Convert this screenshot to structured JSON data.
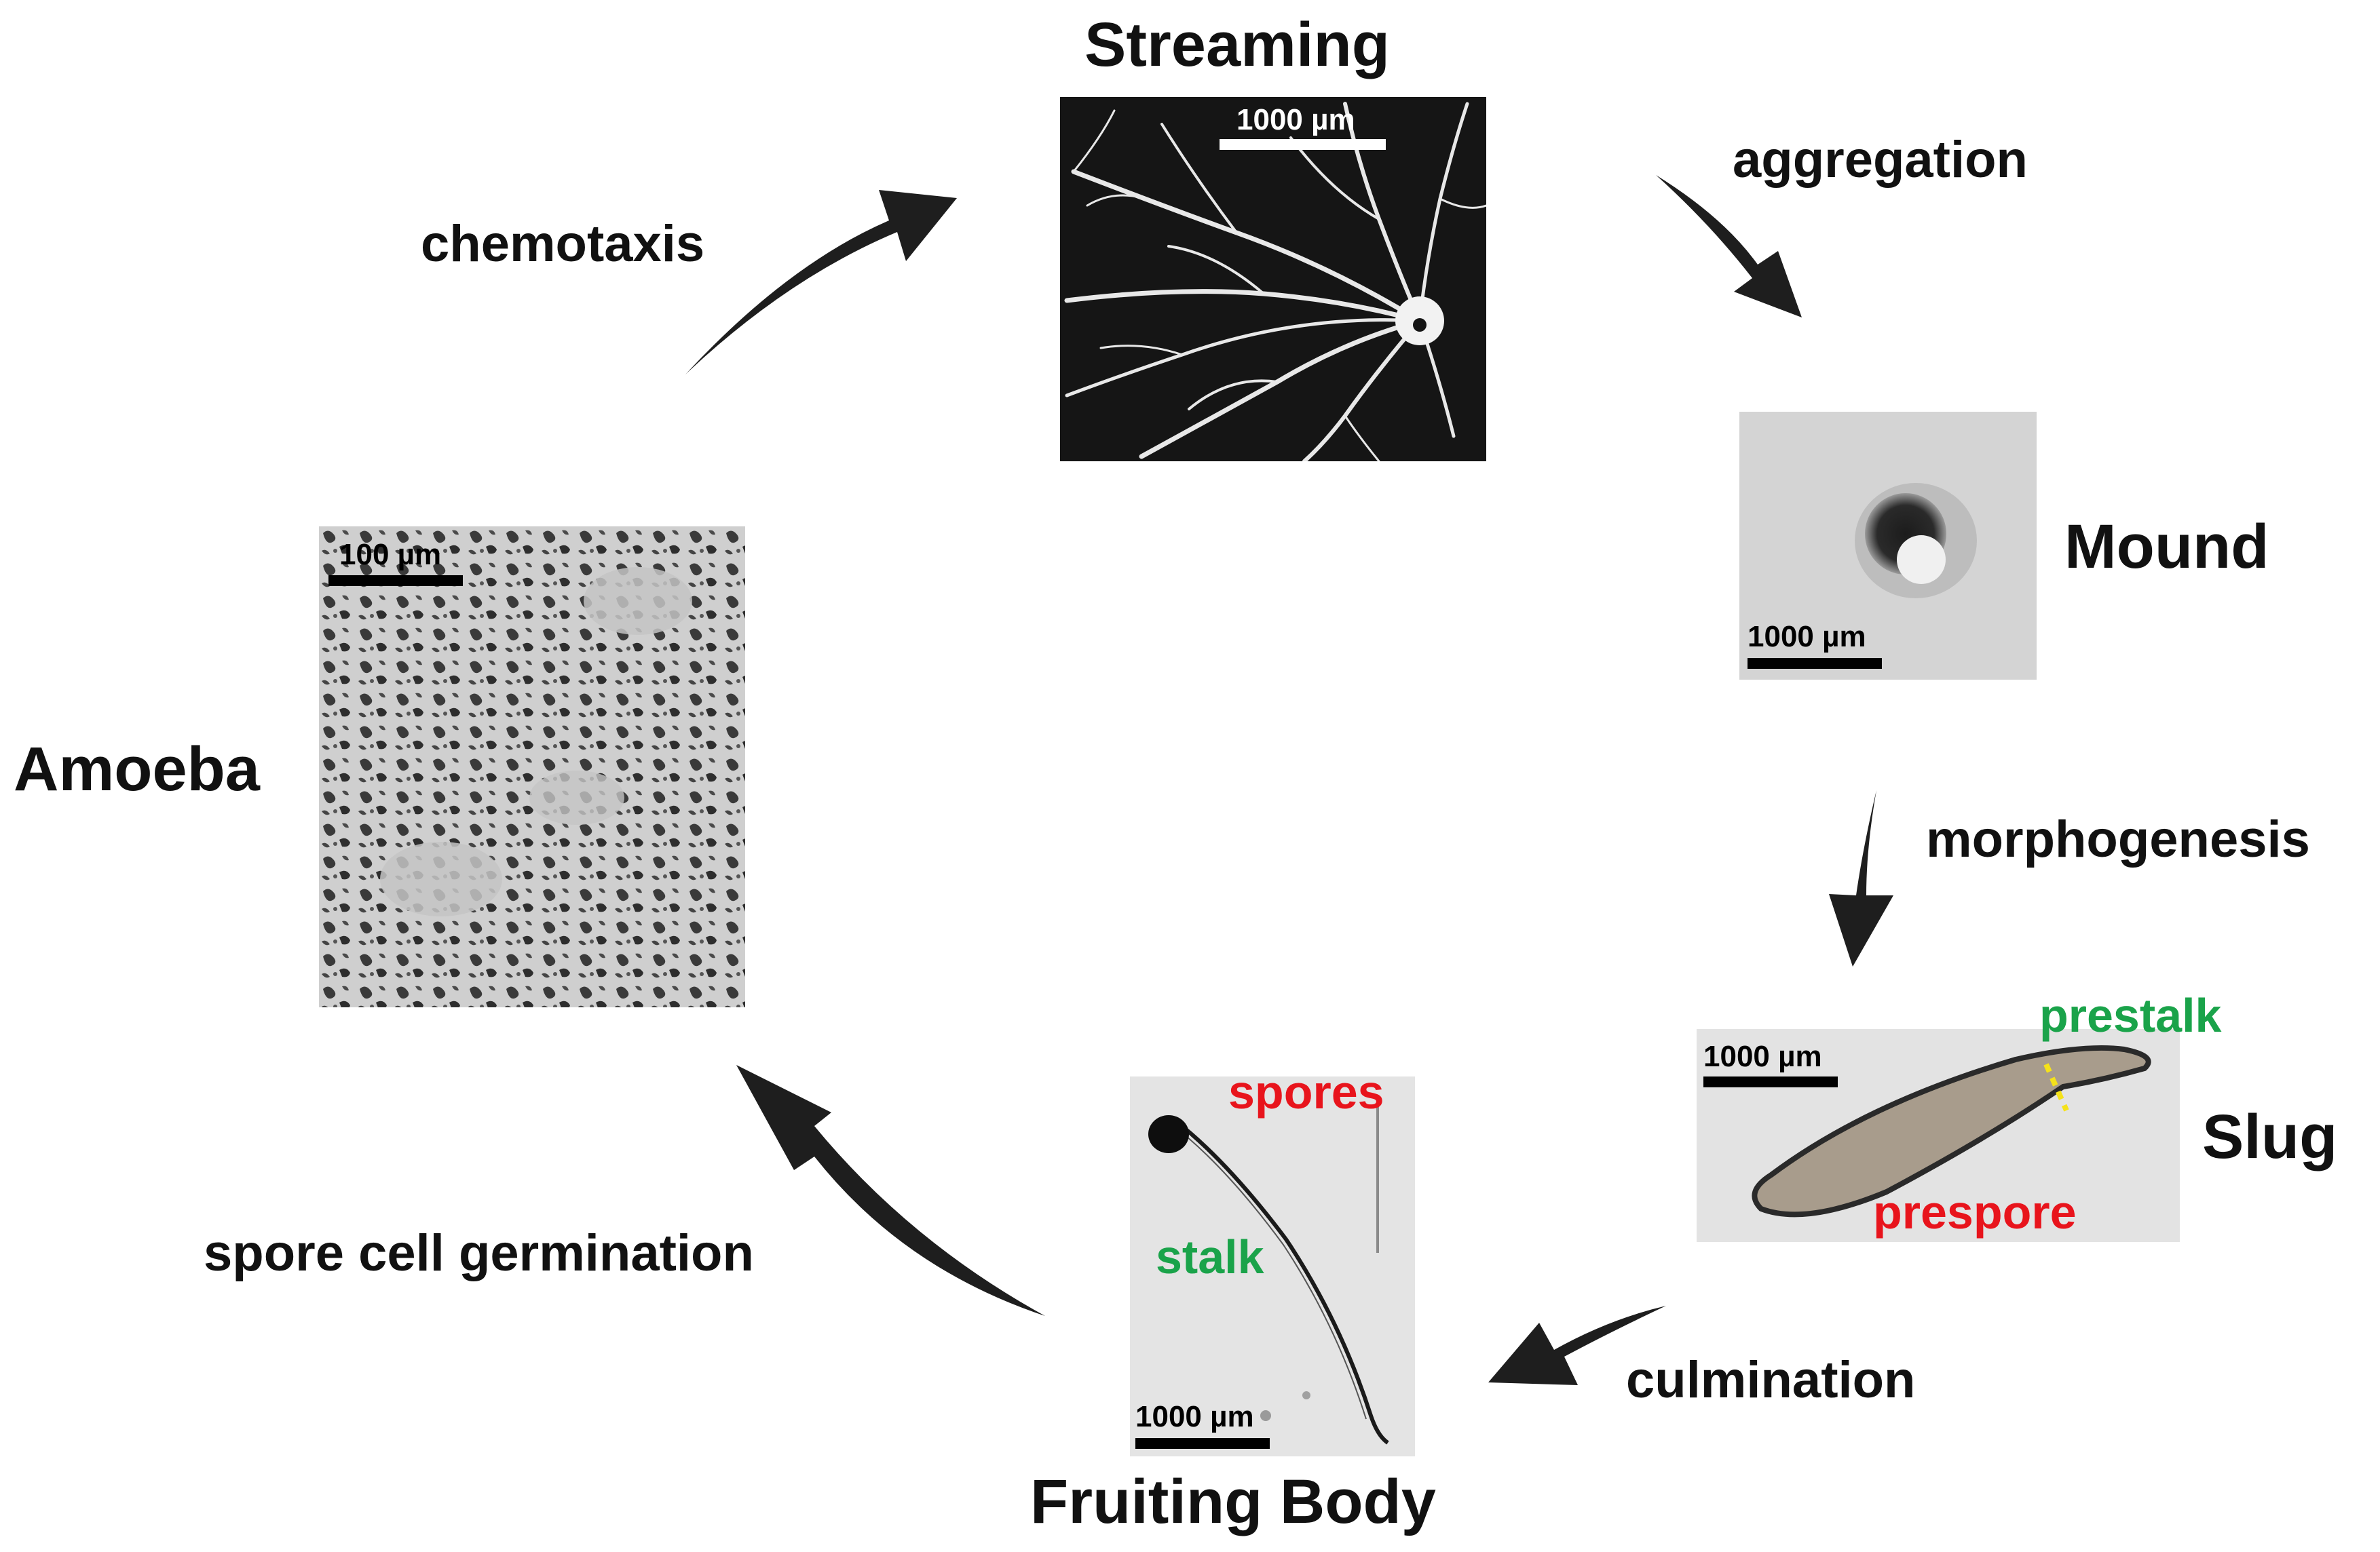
{
  "stages": {
    "streaming": "Streaming",
    "mound": "Mound",
    "slug": "Slug",
    "fruiting_body": "Fruiting Body",
    "amoeba": "Amoeba"
  },
  "processes": {
    "chemotaxis": "chemotaxis",
    "aggregation": "aggregation",
    "morphogenesis": "morphogenesis",
    "culmination": "culmination",
    "germination": "spore cell germination"
  },
  "scale_bars": {
    "streaming": "1000 µm",
    "mound": "1000 µm",
    "slug": "1000 µm",
    "fruiting_body": "1000 µm",
    "amoeba": "100 µm"
  },
  "annotations": {
    "prestalk": "prestalk",
    "prespore": "prespore",
    "spores": "spores",
    "stalk": "stalk"
  },
  "colors": {
    "green": "#1aa34a",
    "red": "#e8141c",
    "arrow": "#1e1e1e",
    "marker": "#f5e21a"
  }
}
